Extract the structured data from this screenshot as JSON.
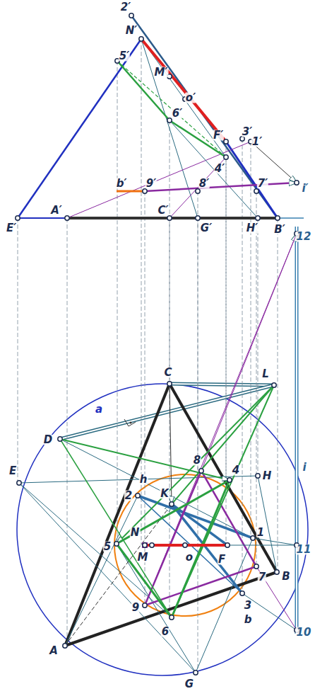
{
  "diagram": {
    "labels": [
      "2′",
      "N′",
      "5′",
      "M′",
      "o′",
      "3′",
      "1′",
      "F′",
      "6′",
      "4′",
      "b′",
      "9′",
      "8′",
      "7′",
      "i′",
      "E′",
      "A′",
      "C′",
      "G′",
      "H′",
      "B′",
      "12",
      "L",
      "a",
      "C",
      "D",
      "h",
      "K",
      "8",
      "H",
      "4",
      "2",
      "E",
      "N",
      "1",
      "5",
      "M",
      "o",
      "F",
      "11",
      "7",
      "B",
      "3",
      "9",
      "6",
      "b",
      "i",
      "10",
      "A",
      "G"
    ]
  }
}
